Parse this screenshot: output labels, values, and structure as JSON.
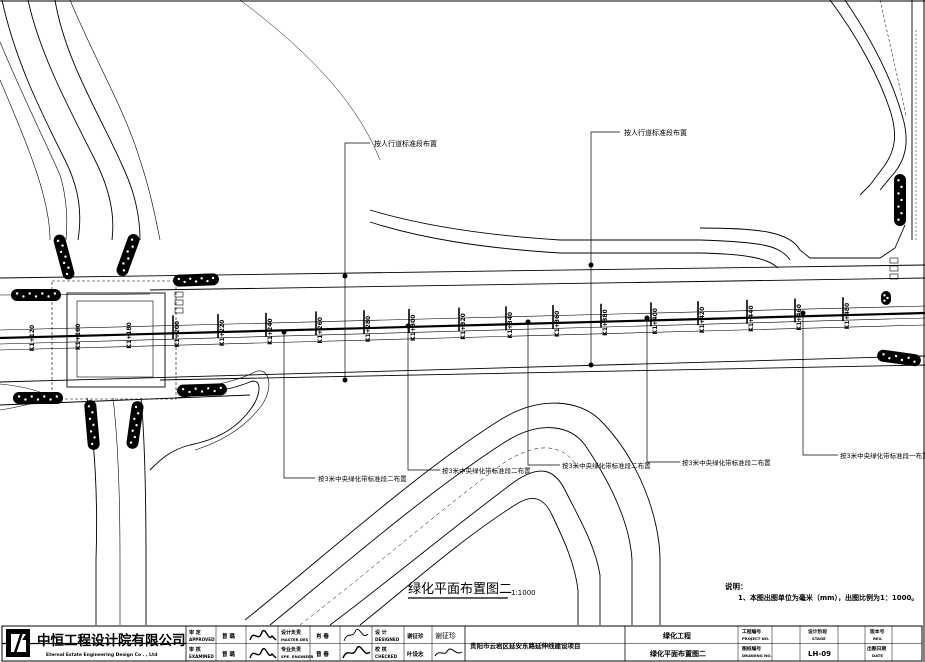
{
  "drawing": {
    "title": "绿化平面布置图二",
    "scale": "1:1000"
  },
  "callouts": {
    "sidewalk_1": "按人行道标准段布置",
    "sidewalk_2": "按人行道标准段布置",
    "median_a": "按3米中央绿化带标准段二布置",
    "median_b": "按3米中央绿化带标准段二布置",
    "median_c": "按3米中央绿化带标准段二布置",
    "median_d": "按3米中央绿化带标准段二布置",
    "median_e": "按3米中央绿化带标准段一布置"
  },
  "stations": [
    "K1+120",
    "K1+160",
    "K1+180",
    "K1+200",
    "K1+220",
    "K1+240",
    "K1+260",
    "K1+280",
    "K1+300",
    "K1+320",
    "K1+340",
    "K1+360",
    "K1+380",
    "K1+400",
    "K1+420",
    "K1+440",
    "K1+460",
    "K1+480"
  ],
  "notes": {
    "heading": "说明：",
    "line1": "1、本图出图单位为毫米（mm），出图比例为1：1000。"
  },
  "title_block": {
    "company": "中恒工程设计院有限公司",
    "company_en": "Eternal Estate Engineering Design Co . , Ltd",
    "approved_cn": "审  定",
    "approved_en": "APPROVED",
    "examined_cn": "审  核",
    "examined_en": "EXAMINED",
    "approver": "曾 璐",
    "examiner": "曾 璐",
    "master_cn": "设计负责",
    "master_en": "MASTER DES",
    "specialty_cn": "专业负责",
    "specialty_en": "SPE. ENGINEER",
    "master_name": "肖 春",
    "specialty_name": "曾 春",
    "designed_cn": "设  计",
    "designed_en": "DESIGNED",
    "checked_cn": "校  核",
    "checked_en": "CHECKED",
    "designer": "谢征珍",
    "checker": "叶设志",
    "designer_sig": "谢征珍",
    "project_name": "贵阳市云岩区延安东路延伸线建设项目",
    "work_name": "绿化工程",
    "sheet_name": "绿化平面布置图二",
    "project_no_cn": "工程编号",
    "project_no_en": "PROJECT NO.",
    "drawing_no_cn": "图纸编号",
    "drawing_no_en": "DRAWING NO.",
    "stage_cn": "设计阶段",
    "stage_en": "STAGE",
    "stage_value": "",
    "drawing_no": "LH-09",
    "rev_cn": "版本号",
    "rev_en": "REV.",
    "date_cn": "出图日期",
    "date_en": "DATE"
  },
  "colors": {
    "ink": "#000000",
    "paper": "#ffffff"
  }
}
